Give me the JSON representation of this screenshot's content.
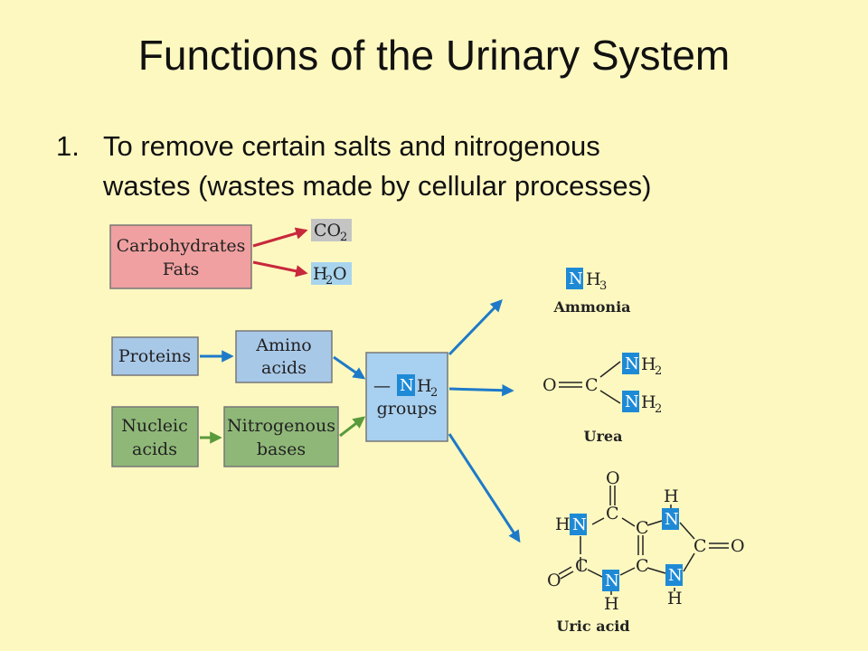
{
  "slide": {
    "title": "Functions of the Urinary System",
    "bullet_number": "1.",
    "bullet_line1": "To remove certain salts and nitrogenous",
    "bullet_line2": "wastes (wastes made by cellular processes)"
  },
  "diagram": {
    "carbs_line1": "Carbohydrates",
    "carbs_line2": "Fats",
    "co2_main": "CO",
    "co2_sub": "2",
    "h2o_h": "H",
    "h2o_sub": "2",
    "h2o_o": "O",
    "proteins": "Proteins",
    "amino_line1": "Amino",
    "amino_line2": "acids",
    "nucleic_line1": "Nucleic",
    "nucleic_line2": "acids",
    "nitro_line1": "Nitrogenous",
    "nitro_line2": "bases",
    "nh2_dash": "—",
    "nh2_n": "N",
    "nh2_h": "H",
    "nh2_sub": "2",
    "groups": "groups",
    "ammonia_n": "N",
    "ammonia_h": "H",
    "ammonia_sub": "3",
    "ammonia_label": "Ammonia",
    "urea_o": "O",
    "urea_c": "C",
    "urea_n1": "N",
    "urea_n2": "N",
    "urea_h": "H",
    "urea_sub": "2",
    "urea_label": "Urea",
    "uric_o": "O",
    "uric_c": "C",
    "uric_n": "N",
    "uric_h": "H",
    "uric_label": "Uric acid"
  },
  "colors": {
    "background": "#fdf8c0",
    "carbs_box": "#f0a0a0",
    "blue_box": "#a8c8e8",
    "green_box": "#8fb878",
    "red_arrow": "#c8283c",
    "blue_arrow": "#1e7ac8",
    "green_arrow": "#5a9a3c",
    "n_highlight": "#1e8ad6"
  }
}
